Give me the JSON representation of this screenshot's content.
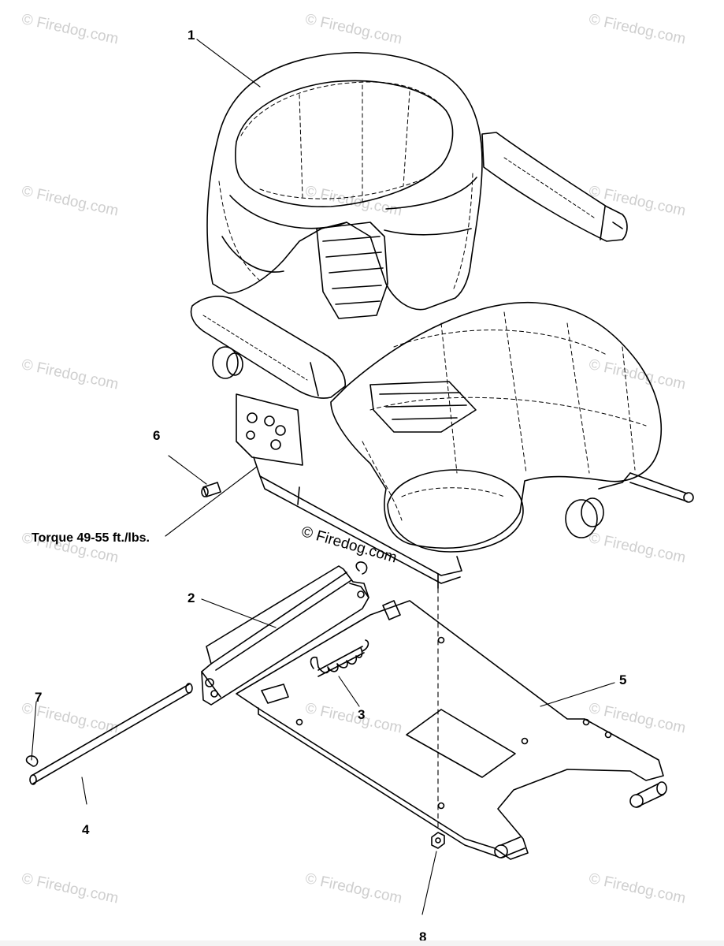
{
  "callouts": {
    "c1": "1",
    "c2": "2",
    "c3": "3",
    "c4": "4",
    "c5": "5",
    "c6": "6",
    "c7": "7",
    "c8": "8"
  },
  "torque_note": "Torque 49-55 ft./lbs.",
  "watermark": "© Firedog.com",
  "center_watermark": "© Firedog.com",
  "colors": {
    "line": "#000000",
    "watermark": "#cfcfcf",
    "background": "#ffffff"
  }
}
